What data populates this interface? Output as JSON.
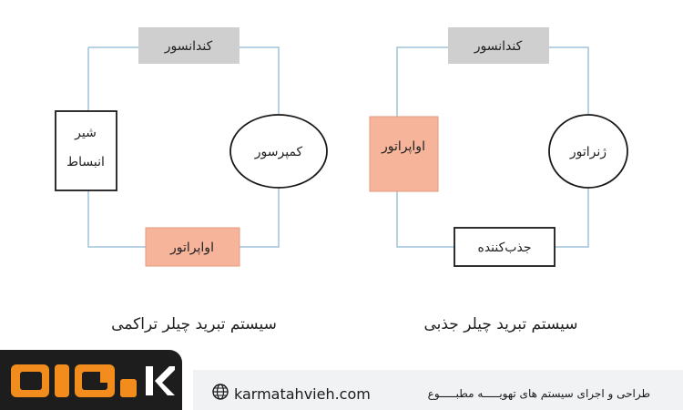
{
  "left_diagram": {
    "caption": "سیستم تبرید چیلر تراکمی",
    "condenser": "کندانسور",
    "compressor": "کمپرسور",
    "expansion_valve_line1": "شیر",
    "expansion_valve_line2": "انبساط",
    "evaporator": "اواپراتور"
  },
  "right_diagram": {
    "caption": "سیستم تبرید چیلر جذبی",
    "condenser": "کندانسور",
    "generator": "ژنراتور",
    "evaporator": "اواپراتور",
    "absorber": "جذب‌کننده"
  },
  "footer": {
    "website": "karmatahvieh.com",
    "tagline": "طراحی و اجرای سیستم های تهویـــــه مطبـــــوع"
  },
  "colors": {
    "line": "#9fc4d9",
    "gray_box": "#cfcfcf",
    "orange_box": "#f6b49a",
    "logo_orange": "#f28c1c",
    "logo_bg": "#1d1d1d"
  }
}
